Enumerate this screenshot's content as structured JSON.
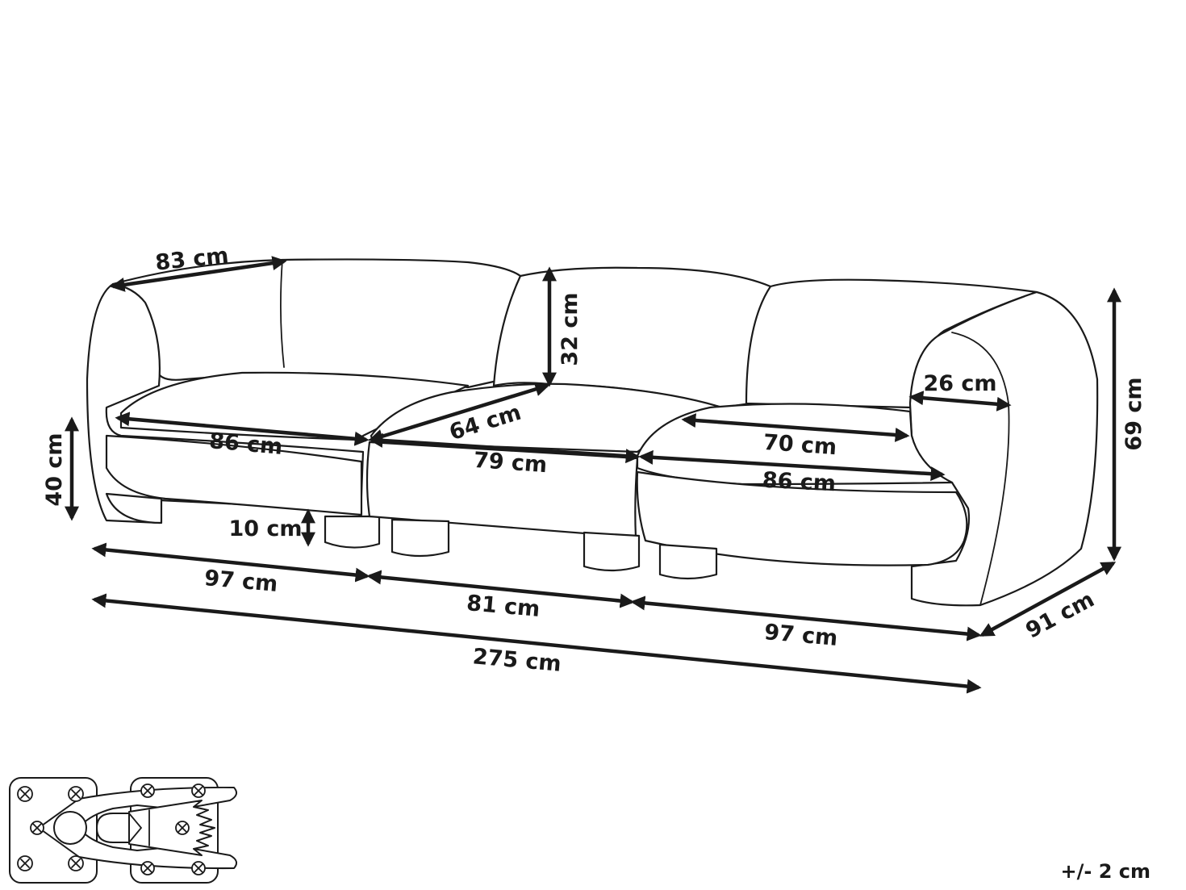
{
  "dimensions": {
    "arm_depth": "83 cm",
    "back_height": "32 cm",
    "total_height": "69 cm",
    "armrest_width": "26 cm",
    "seat_depth_center": "64 cm",
    "seat_width_left": "86 cm",
    "seat_width_center": "79 cm",
    "seat_width_right_back": "70 cm",
    "seat_width_right_front": "86 cm",
    "seat_height": "40 cm",
    "leg_height": "10 cm",
    "module_width_left": "97 cm",
    "module_width_center": "81 cm",
    "module_width_right": "97 cm",
    "total_width": "275 cm",
    "total_depth": "91 cm"
  },
  "tolerance": "+/- 2 cm",
  "icons": {
    "connector": "sofa-connector-bracket-icon"
  }
}
